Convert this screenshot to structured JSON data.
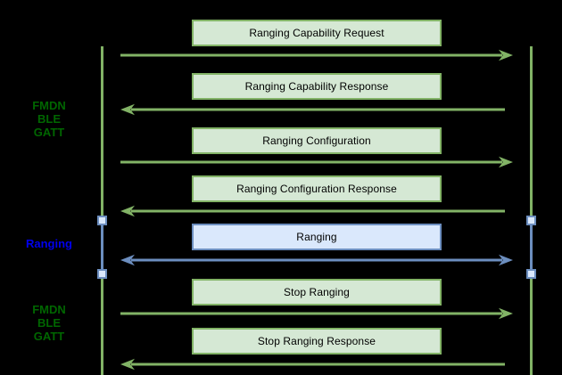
{
  "colors": {
    "background": "#000000",
    "green_line": "#82b366",
    "green_fill": "#d5e8d4",
    "green_text": "#006600",
    "blue_line": "#6c8ebf",
    "blue_fill": "#dae8fc",
    "blue_text": "#0000ee",
    "box_text": "#000000"
  },
  "phase_labels": [
    {
      "lines": [
        "FMDN",
        "BLE",
        "GATT"
      ],
      "color": "green"
    },
    {
      "lines": [
        "Ranging"
      ],
      "color": "blue"
    },
    {
      "lines": [
        "FMDN",
        "BLE",
        "GATT"
      ],
      "color": "green"
    }
  ],
  "messages": [
    {
      "label": "Ranging Capability Request",
      "direction": "right",
      "channel": "green"
    },
    {
      "label": "Ranging Capability Response",
      "direction": "left",
      "channel": "green"
    },
    {
      "label": "Ranging Configuration",
      "direction": "right",
      "channel": "green"
    },
    {
      "label": "Ranging Configuration Response",
      "direction": "left",
      "channel": "green"
    },
    {
      "label": "Ranging",
      "direction": "both",
      "channel": "blue"
    },
    {
      "label": "Stop Ranging",
      "direction": "right",
      "channel": "green"
    },
    {
      "label": "Stop Ranging Response",
      "direction": "left",
      "channel": "green"
    }
  ]
}
